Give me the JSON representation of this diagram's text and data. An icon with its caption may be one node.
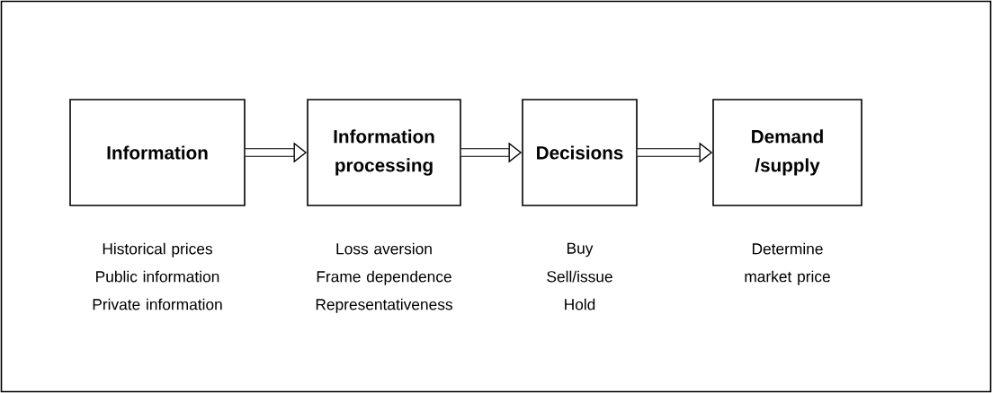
{
  "diagram": {
    "nodes": [
      {
        "text": [
          "Information"
        ],
        "beside": [
          "Historical prices",
          "Public information",
          "Private information"
        ]
      },
      {
        "text": [
          "Information processing"
        ],
        "beside": [
          "Loss aversion",
          "Frame dependence",
          "Representativeness"
        ]
      },
      {
        "text": [
          "Decisions"
        ],
        "beside": [
          "Buy",
          "Sell/issue",
          "Hold"
        ]
      },
      {
        "text": [
          "Demand /supply"
        ],
        "beside": [
          "Determine market price"
        ]
      }
    ],
    "edges": [
      {
        "from": 0,
        "to": 1,
        "arrow": "to"
      },
      {
        "from": 1,
        "to": 2,
        "arrow": "to"
      },
      {
        "from": 2,
        "to": 3,
        "arrow": "to"
      }
    ]
  }
}
